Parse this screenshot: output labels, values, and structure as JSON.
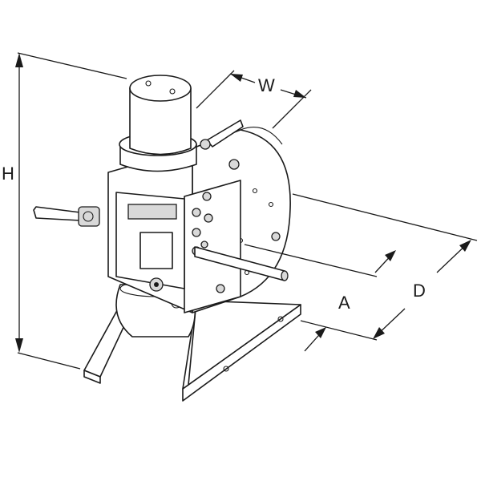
{
  "dimensions": {
    "height_label": "H",
    "width_label": "W",
    "depth_label": "D",
    "offset_label": "A"
  }
}
